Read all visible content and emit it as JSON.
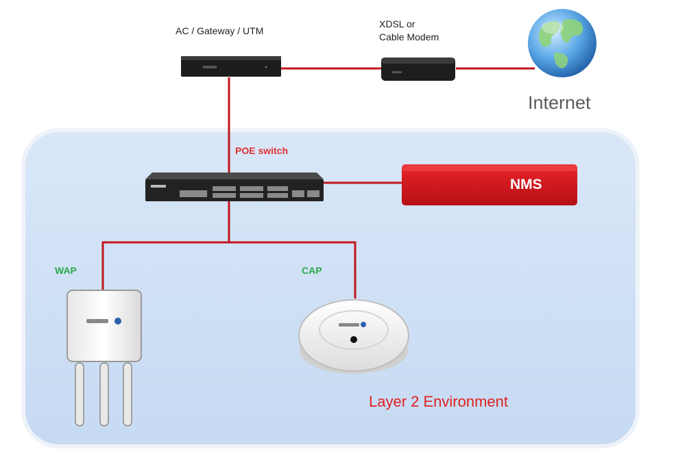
{
  "devices": {
    "gateway": {
      "label": "AC / Gateway / UTM"
    },
    "modem": {
      "label_line1": "XDSL or",
      "label_line2": "Cable Modem"
    },
    "internet": {
      "label": "Internet"
    },
    "switch": {
      "label": "POE switch"
    },
    "nms": {
      "label": "NMS"
    },
    "wap": {
      "label": "WAP"
    },
    "cap": {
      "label": "CAP"
    }
  },
  "environment": {
    "label": "Layer 2 Environment"
  },
  "colors": {
    "link": "#c0151b",
    "zone_fill": "#cfe0f5",
    "zone_border": "#e8eef6",
    "nms_fill": "#d8151a",
    "device_dark": "#1c1c1c"
  },
  "icons": {
    "internet": "globe-icon",
    "gateway": "gateway-appliance-icon",
    "modem": "modem-icon",
    "switch": "network-switch-icon",
    "nms": "nms-server-icon",
    "wap": "outdoor-access-point-icon",
    "cap": "ceiling-access-point-icon"
  }
}
